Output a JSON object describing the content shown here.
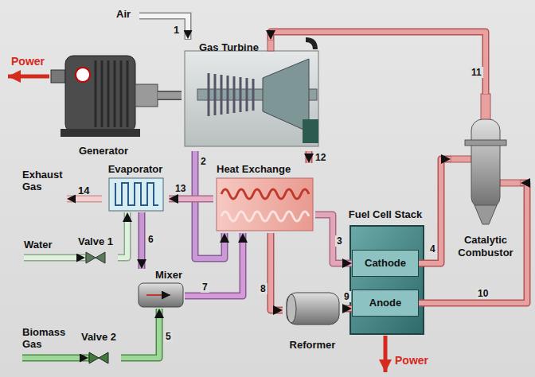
{
  "diagram": {
    "nodes": [
      {
        "text": [
          "Gas Turbine"
        ]
      },
      {
        "text": [
          "Generator"
        ]
      },
      {
        "text": [
          "Heat Exchange"
        ]
      },
      {
        "text": [
          "Evaporator"
        ]
      },
      {
        "text": [
          "Valve 1"
        ]
      },
      {
        "text": [
          "Mixer"
        ]
      },
      {
        "text": [
          "Fuel Cell Stack"
        ]
      },
      {
        "text": [
          "Cathode"
        ],
        "in": 6
      },
      {
        "text": [
          "Anode"
        ],
        "in": 6
      },
      {
        "text": [
          "Reformer"
        ]
      },
      {
        "text": [
          "Catalytic Combustor"
        ]
      },
      {
        "text": [
          "Valve 2"
        ]
      }
    ],
    "edges": [
      {
        "from": 0,
        "to": 2,
        "label": "2",
        "arrow": "to"
      },
      {
        "from": 0,
        "to": 2,
        "label": "12",
        "arrow": "to"
      },
      {
        "from": 2,
        "to": 3,
        "label": "13",
        "arrow": "to"
      },
      {
        "from": 3,
        "to": 5,
        "label": "6",
        "arrow": "to"
      },
      {
        "from": 4,
        "to": 3,
        "arrow": "to"
      },
      {
        "from": 11,
        "to": 5,
        "label": "5",
        "arrow": "to"
      },
      {
        "from": 5,
        "to": 2,
        "label": "7",
        "arrow": "to"
      },
      {
        "from": 2,
        "to": 9,
        "label": "8",
        "arrow": "to"
      },
      {
        "from": 2,
        "to": 7,
        "label": "3",
        "arrow": "to"
      },
      {
        "from": 9,
        "to": 8,
        "label": "9",
        "arrow": "to"
      },
      {
        "from": 7,
        "to": 10,
        "label": "4",
        "arrow": "to"
      },
      {
        "from": 8,
        "to": 10,
        "label": "10",
        "arrow": "to"
      },
      {
        "from": 10,
        "to": 0,
        "label": "11",
        "arrow": "to"
      },
      {
        "from": 1,
        "to": 0,
        "arrow": "none"
      }
    ],
    "labels": [
      "Air",
      "1",
      "Power",
      "Exhaust Gas",
      "14",
      "Water",
      "Biomass Gas",
      "Power"
    ]
  }
}
